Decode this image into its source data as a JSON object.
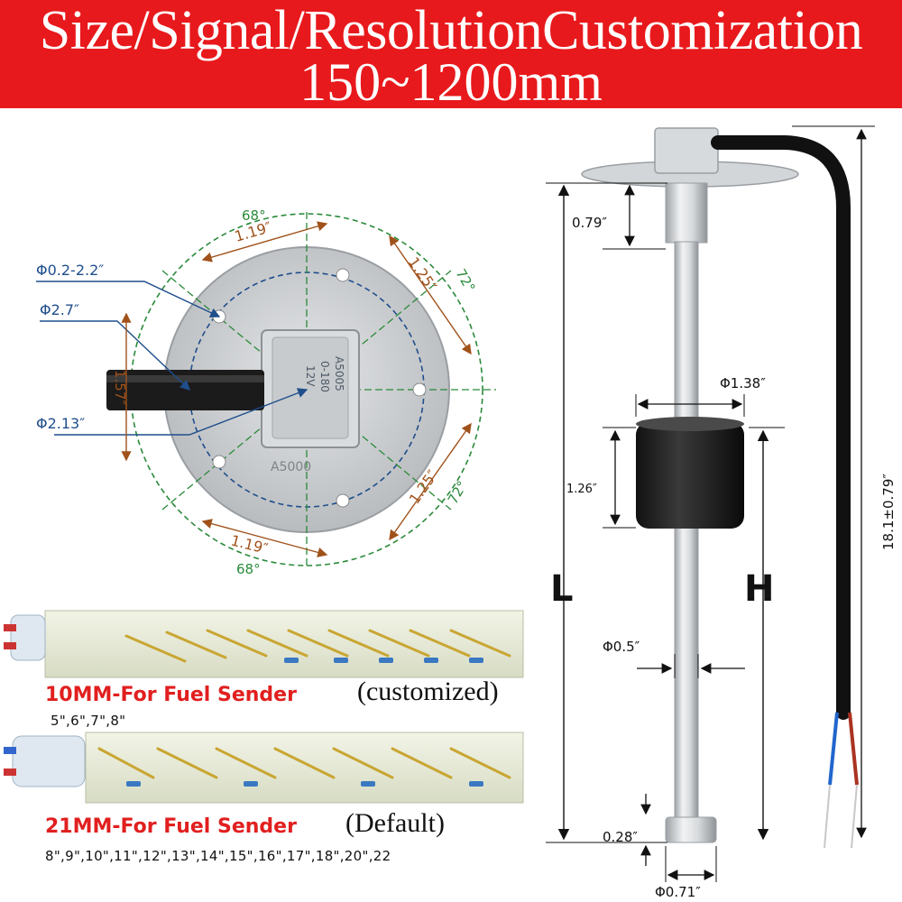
{
  "banner": {
    "line1": "Size/Signal/ResolutionCustomization",
    "line2": "150~1200mm"
  },
  "flange": {
    "angle_top": "68°",
    "angle_bottom": "68°",
    "angle_right_top": "72°",
    "angle_right_bottom": "72°",
    "dim_top_chord": "1.19″",
    "dim_bottom_chord": "1.19″",
    "dim_right_top_chord": "1.25″",
    "dim_right_bottom_chord": "1.25″",
    "hole_dia": "Φ0.2-2.2″",
    "circle_dia": "Φ2.7″",
    "bolt_circle_dia": "Φ2.13″",
    "left_height": "1.57″",
    "brand_text": "A5000",
    "connector_text_1": "A5005",
    "connector_text_2": "0-180",
    "connector_text_3": "12V"
  },
  "sensor": {
    "head_height": "0.79″",
    "float_dia": "Φ1.38″",
    "float_height": "1.26″",
    "tube_dia": "Φ0.5″",
    "end_height": "0.28″",
    "end_dia": "Φ0.71″",
    "length_label": "L",
    "height_label": "H",
    "cable_length": "18.1±0.79″"
  },
  "strips": [
    {
      "label": "10MM-For Fuel Sender",
      "note": "(customized)",
      "sizes": "5\",6\",7\",8\""
    },
    {
      "label": "21MM-For Fuel Sender",
      "note": "(Default)",
      "sizes": "8\",9\",10\",11\",12\",13\",14\",15\",16\",17\",18\",20\",22"
    }
  ],
  "colors": {
    "banner_red": "#e8191c",
    "dim_blue": "#1f4e8c",
    "angle_green": "#2a8a3a",
    "dim_orange": "#a0521b",
    "label_red": "#e11f1f"
  }
}
